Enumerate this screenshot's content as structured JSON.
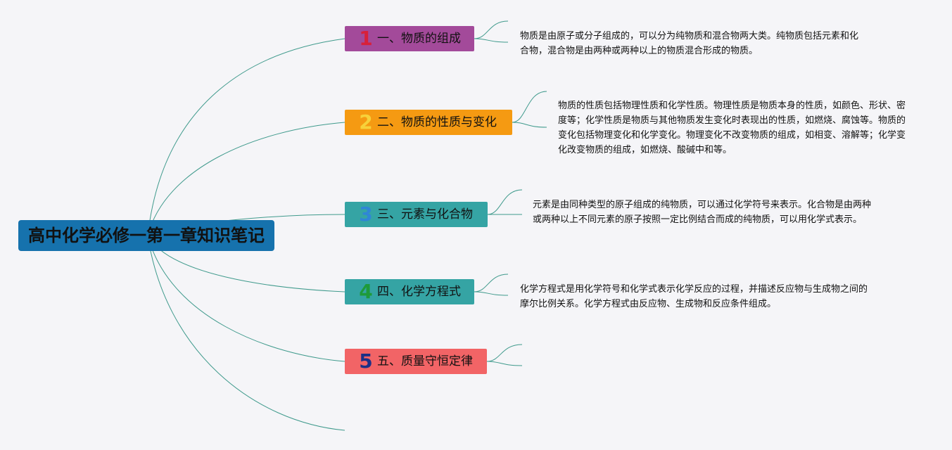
{
  "root": {
    "title": "高中化学必修一第一章知识笔记",
    "color": "#1672ad"
  },
  "topics": [
    {
      "num": "1",
      "label": "一、物质的组成",
      "bg": "#a34a9a",
      "numColor": "#d8203a",
      "desc": "物质是由原子或分子组成的，可以分为纯物质和混合物两大类。纯物质包括元素和化合物，混合物是由两种或两种以上的物质混合形成的物质。"
    },
    {
      "num": "2",
      "label": "二、物质的性质与变化",
      "bg": "#f59a12",
      "numColor": "#f7d13a",
      "desc": "物质的性质包括物理性质和化学性质。物理性质是物质本身的性质，如颜色、形状、密度等；化学性质是物质与其他物质发生变化时表现出的性质，如燃烧、腐蚀等。物质的变化包括物理变化和化学变化。物理变化不改变物质的组成，如相变、溶解等；化学变化改变物质的组成，如燃烧、酸碱中和等。"
    },
    {
      "num": "3",
      "label": "三、元素与化合物",
      "bg": "#35a4a4",
      "numColor": "#2f86d6",
      "desc": "元素是由同种类型的原子组成的纯物质，可以通过化学符号来表示。化合物是由两种或两种以上不同元素的原子按照一定比例结合而成的纯物质，可以用化学式表示。"
    },
    {
      "num": "4",
      "label": "四、化学方程式",
      "bg": "#35a4a4",
      "numColor": "#1e9a3a",
      "desc": "化学方程式是用化学符号和化学式表示化学反应的过程，并描述反应物与生成物之间的摩尔比例关系。化学方程式由反应物、生成物和反应条件组成。"
    },
    {
      "num": "5",
      "label": "五、质量守恒定律",
      "bg": "#f26466",
      "numColor": "#1c2f86",
      "desc": ""
    }
  ],
  "lineColor": "#3f9a8c"
}
